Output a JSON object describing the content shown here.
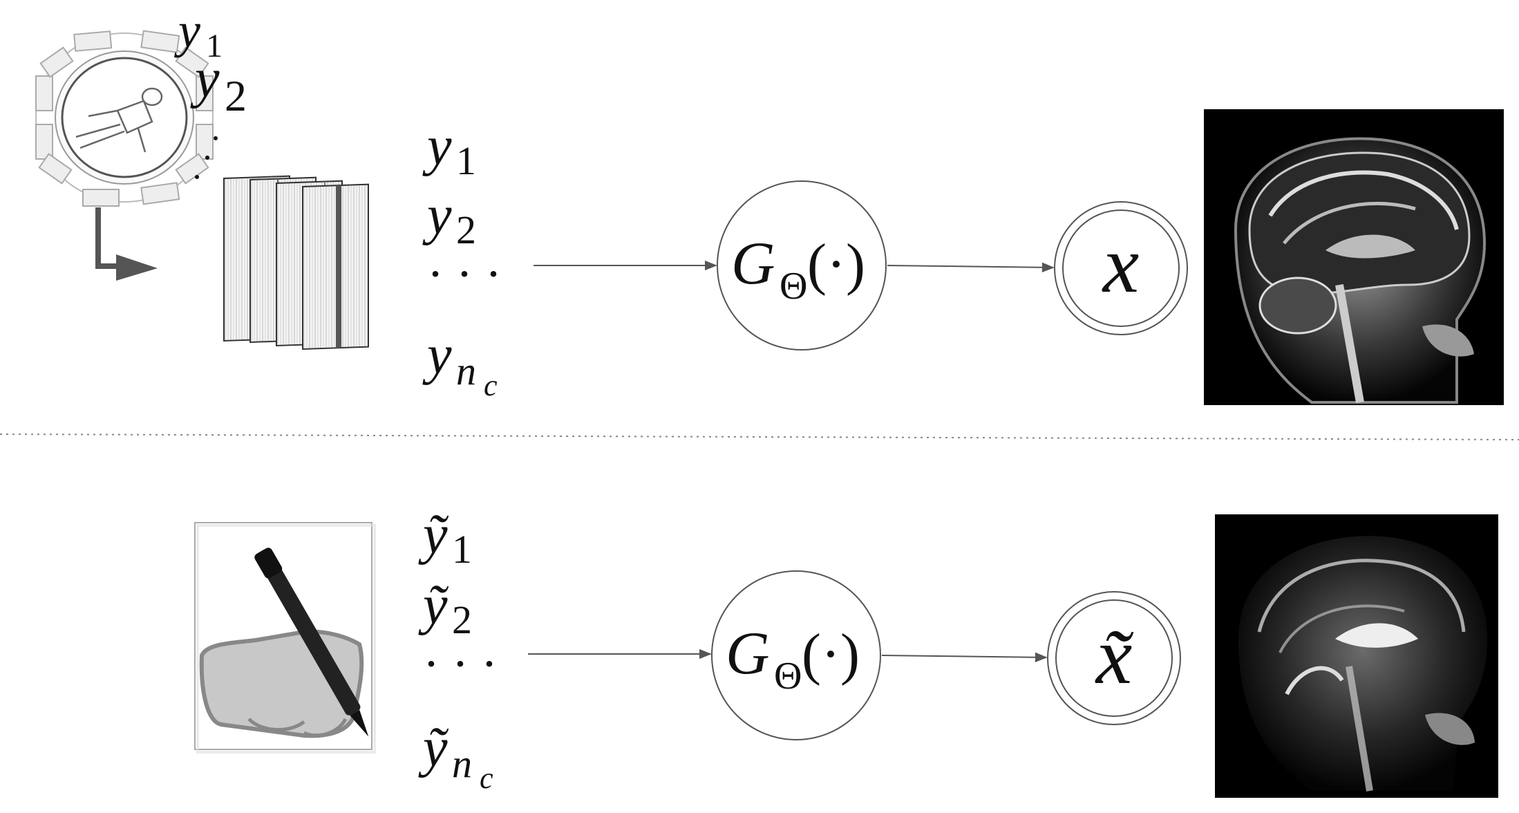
{
  "top_row": {
    "scanner_labels": {
      "y1": {
        "base": "y",
        "sub": "1"
      },
      "y2": {
        "base": "y",
        "sub": "2"
      }
    },
    "measurements": [
      {
        "base": "y",
        "sub": "1"
      },
      {
        "base": "y",
        "sub": "2"
      },
      {
        "base": "· · ·",
        "sub": ""
      },
      {
        "base": "y",
        "sub": "n",
        "subsub": "c"
      }
    ],
    "operator": {
      "base": "G",
      "sub": "Θ",
      "arg": "(·)"
    },
    "output": "x"
  },
  "bottom_row": {
    "measurements": [
      {
        "base": "ỹ",
        "sub": "1"
      },
      {
        "base": "ỹ",
        "sub": "2"
      },
      {
        "base": "· · ·",
        "sub": ""
      },
      {
        "base": "ỹ",
        "sub": "n",
        "subsub": "c"
      }
    ],
    "operator": {
      "base": "G",
      "sub": "Θ",
      "arg": "(·)"
    },
    "output": "x̃"
  },
  "colors": {
    "stroke": "#555555",
    "text": "#111111",
    "divider": "#888888",
    "image_bg": "#000000"
  },
  "icons": [
    "mri-scanner-icon",
    "k-space-slices-icon",
    "hand-writing-icon",
    "brain-mri-image",
    "brain-mri-reconstruction-image"
  ]
}
